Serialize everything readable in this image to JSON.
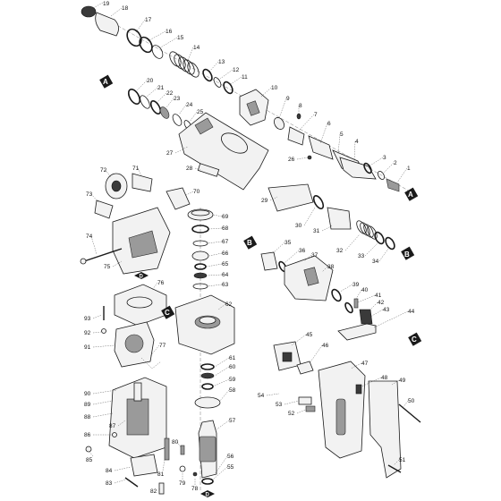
{
  "ref_labels": {
    "a": "A",
    "b": "B",
    "c": "C",
    "d": "D"
  },
  "part_numbers": [
    "1",
    "2",
    "3",
    "4",
    "5",
    "6",
    "7",
    "8",
    "9",
    "10",
    "11",
    "12",
    "13",
    "14",
    "15",
    "16",
    "17",
    "18",
    "19",
    "20",
    "21",
    "22",
    "23",
    "24",
    "25",
    "26",
    "27",
    "28",
    "29",
    "30",
    "31",
    "32",
    "33",
    "34",
    "35",
    "36",
    "37",
    "38",
    "39",
    "40",
    "41",
    "42",
    "43",
    "44",
    "45",
    "46",
    "47",
    "48",
    "49",
    "50",
    "51",
    "52",
    "53",
    "54",
    "55",
    "56",
    "57",
    "58",
    "59",
    "60",
    "61",
    "62",
    "63",
    "64",
    "65",
    "66",
    "67",
    "68",
    "69",
    "70",
    "71",
    "72",
    "73",
    "74",
    "75",
    "76",
    "77",
    "78",
    "79",
    "80",
    "81",
    "82",
    "83",
    "84",
    "85",
    "86",
    "87",
    "88",
    "89",
    "90",
    "91",
    "92",
    "93"
  ]
}
